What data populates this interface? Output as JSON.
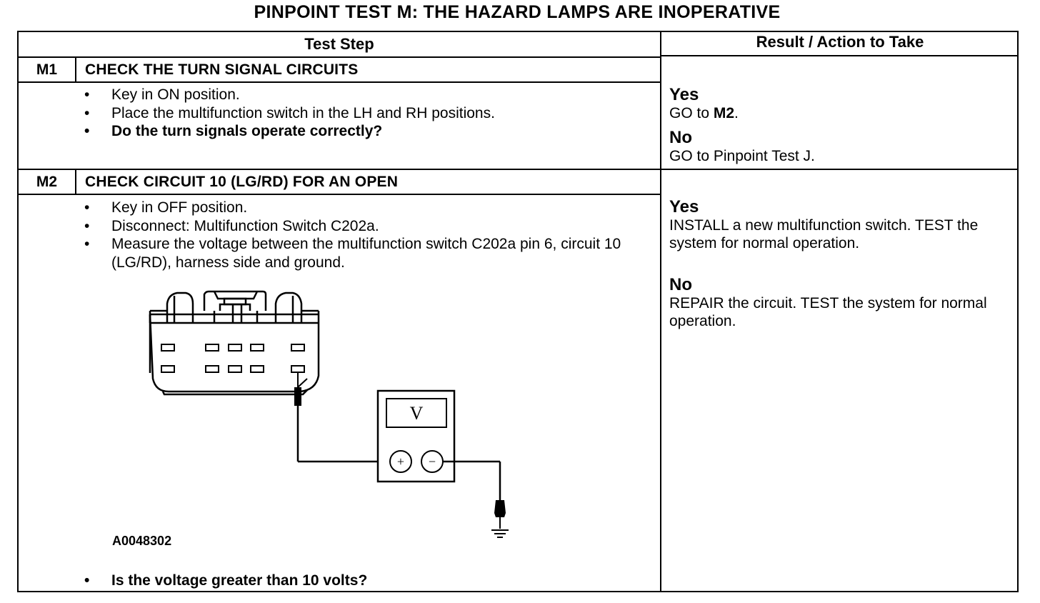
{
  "title": "PINPOINT TEST  M: THE HAZARD LAMPS ARE INOPERATIVE",
  "headers": {
    "test_step": "Test Step",
    "result_action": "Result / Action to Take"
  },
  "steps": [
    {
      "id": "M1",
      "title": "CHECK THE TURN SIGNAL CIRCUITS",
      "bullets": [
        {
          "text": "Key in ON position.",
          "bold": false
        },
        {
          "text": "Place the multifunction switch in the LH and RH positions.",
          "bold": false
        },
        {
          "text": "Do the turn signals operate correctly?",
          "bold": true
        }
      ],
      "results": {
        "yes_label": "Yes",
        "yes_action_prefix": "GO to ",
        "yes_action_target": "M2",
        "yes_action_suffix": ".",
        "no_label": "No",
        "no_action": "GO to Pinpoint Test J."
      }
    },
    {
      "id": "M2",
      "title": "CHECK CIRCUIT 10 (LG/RD) FOR AN OPEN",
      "bullets": [
        {
          "text": "Key in OFF position.",
          "bold": false
        },
        {
          "text": "Disconnect: Multifunction Switch C202a.",
          "bold": false
        },
        {
          "text": "Measure the voltage between the multifunction switch C202a pin 6, circuit 10 (LG/RD), harness side and ground.",
          "bold": false
        }
      ],
      "figure_id": "A0048302",
      "meter_symbol": "V",
      "meter_plus": "+",
      "meter_minus": "−",
      "final_question": "Is the voltage greater than 10 volts?",
      "results": {
        "yes_label": "Yes",
        "yes_action": "INSTALL a new multifunction switch. TEST the system for normal operation.",
        "no_label": "No",
        "no_action": "REPAIR the circuit. TEST the system for normal operation."
      }
    }
  ]
}
